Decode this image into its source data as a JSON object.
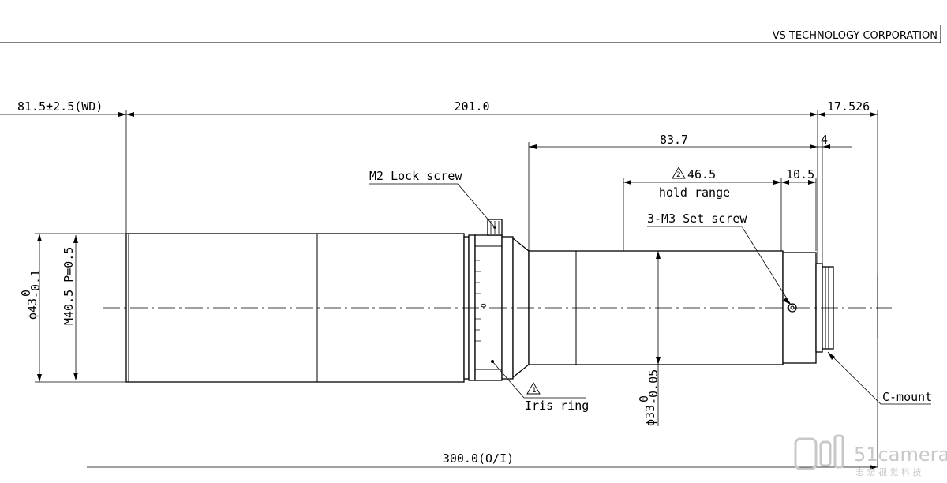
{
  "header": {
    "company": "VS TECHNOLOGY CORPORATION"
  },
  "dimensions": {
    "working_distance": "81.5±2.5(WD)",
    "length_201": "201.0",
    "flange_17": "17.526",
    "length_83": "83.7",
    "length_4": "4",
    "hold_range_value": "46.5",
    "hold_range_label": "hold range",
    "length_10": "10.5",
    "total_length": "300.0(O/I)",
    "dia_43": "ϕ43",
    "dia_43_tol_upper": "0",
    "dia_43_tol_lower": "-0.1",
    "thread": "M40.5 P=0.5",
    "dia_33": "ϕ33",
    "dia_33_tol_upper": "0",
    "dia_33_tol_lower": "-0.05"
  },
  "callouts": {
    "lock_screw": "M2 Lock screw",
    "set_screw": "3-M3 Set screw",
    "iris_ring": "Iris ring",
    "c_mount": "C-mount",
    "note_1": "1",
    "note_2": "2"
  },
  "iris_scale": {
    "zero_mark": "0"
  },
  "watermark": {
    "brand": "51camera",
    "tagline": "志 宏 视 觉 科 技"
  }
}
